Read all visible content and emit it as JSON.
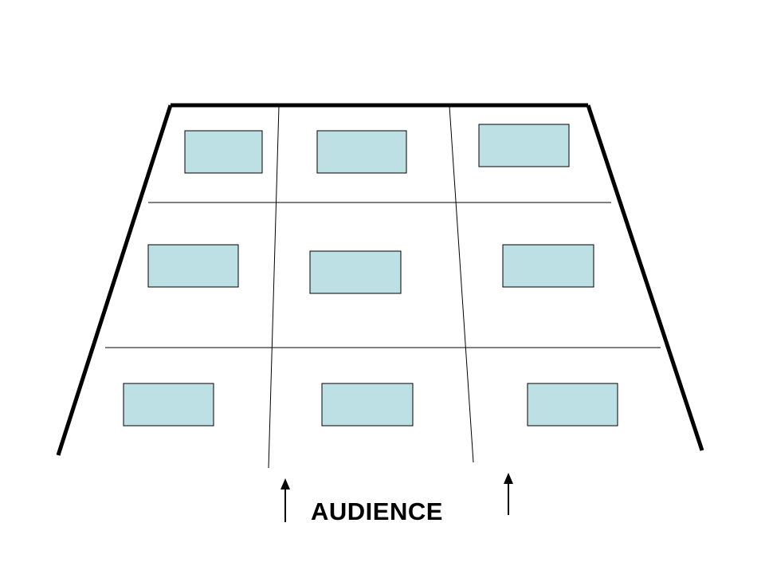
{
  "diagram": {
    "audience_label": "AUDIENCE",
    "zones": [
      {
        "row": "back",
        "column": "left"
      },
      {
        "row": "back",
        "column": "center"
      },
      {
        "row": "back",
        "column": "right"
      },
      {
        "row": "middle",
        "column": "left"
      },
      {
        "row": "middle",
        "column": "center"
      },
      {
        "row": "middle",
        "column": "right"
      },
      {
        "row": "front",
        "column": "left"
      },
      {
        "row": "front",
        "column": "center"
      },
      {
        "row": "front",
        "column": "right"
      }
    ],
    "colors": {
      "zone_fill": "#bde0e4",
      "stroke": "#000000",
      "background": "#ffffff"
    }
  }
}
